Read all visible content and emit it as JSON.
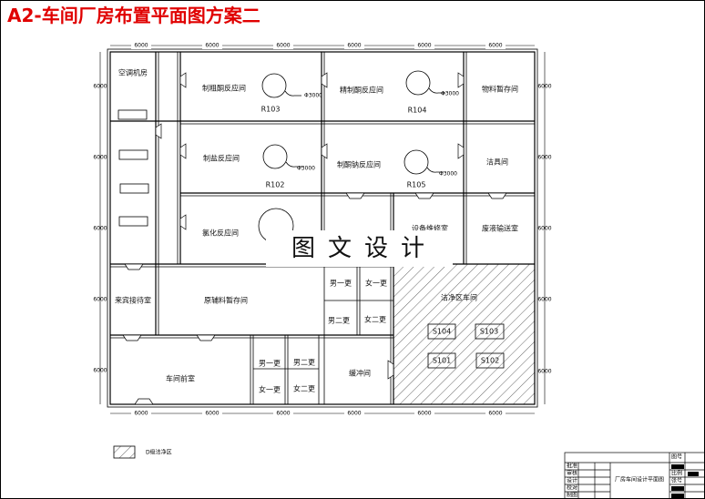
{
  "title": "A2-车间厂房布置平面图方案二",
  "watermark": "图文设计",
  "dimension_label": "6000",
  "vessel_diameter": "Φ3000",
  "rooms": {
    "ac_room": "空调机房",
    "crude_ketone": "制粗酮反应间",
    "refined_ketone": "精制酮反应间",
    "material_storage": "物料暂存间",
    "salt_reaction": "制盐反应间",
    "ketone_sodium": "制酮钠反应间",
    "cleaning_room": "洁具间",
    "chlorination": "氯化反应间",
    "equipment_repair": "设备维修室",
    "waste_liquid": "废液输送室",
    "reception": "来宾接待室",
    "raw_material_storage": "原辅料暂存间",
    "men_change_1": "男一更",
    "women_change_1": "女一更",
    "men_change_2": "男二更",
    "women_change_2": "女二更",
    "clean_workshop": "洁净区车间",
    "workshop_front": "车间前室",
    "buffer": "缓冲间"
  },
  "equipment": {
    "r103": "R103",
    "r104": "R104",
    "r102": "R102",
    "r105": "R105",
    "s104": "S104",
    "s103": "S103",
    "s101": "S101",
    "s102": "S102"
  },
  "legend": {
    "label": "D级洁净区"
  },
  "title_block": {
    "drawing_name": "厂房车间设计平面图",
    "rows": [
      "批准",
      "审核",
      "设计",
      "校对",
      "制图"
    ],
    "right_labels": [
      "图号",
      "比例",
      "张号"
    ]
  }
}
